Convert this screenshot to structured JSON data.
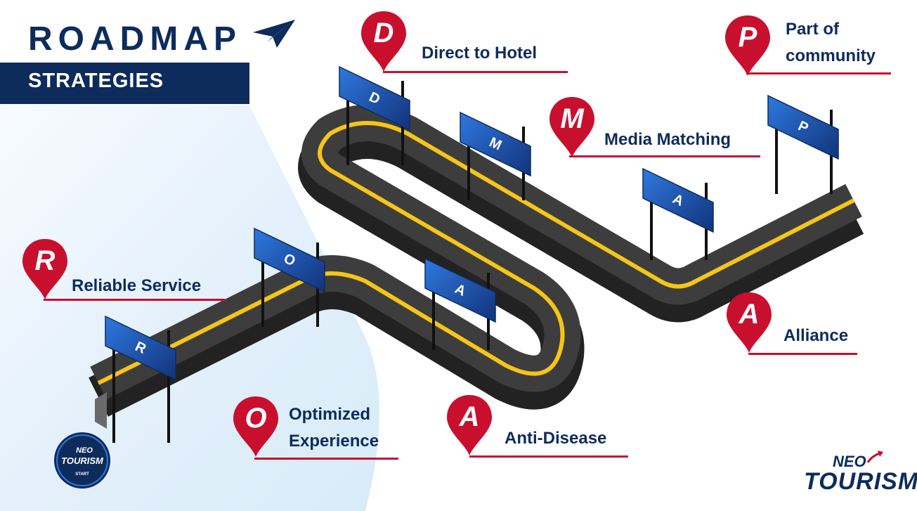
{
  "header": {
    "title": "ROADMAP",
    "subtitle": "STRATEGIES"
  },
  "milestones": [
    {
      "letter": "R",
      "label": "Reliable Service"
    },
    {
      "letter": "O",
      "label": "Optimized Experience",
      "line1": "Optimized",
      "line2": "Experience"
    },
    {
      "letter": "A",
      "label": "Anti-Disease"
    },
    {
      "letter": "D",
      "label": "Direct to Hotel"
    },
    {
      "letter": "M",
      "label": "Media Matching"
    },
    {
      "letter": "A",
      "label": "Alliance"
    },
    {
      "letter": "P",
      "label": "Part of community",
      "line1": "Part of",
      "line2": "community"
    }
  ],
  "signs": [
    "R",
    "O",
    "A",
    "D",
    "M",
    "A",
    "P"
  ],
  "logo_small": {
    "brand_top": "NEO",
    "brand_bottom": "TOURISM",
    "tag": "START"
  },
  "logo_big": {
    "brand_top": "NEO",
    "brand_bottom": "TOURISM"
  },
  "colors": {
    "navy": "#0d2c5c",
    "red": "#c8102e",
    "road": "#3d3d3d",
    "stripe": "#f5c518",
    "sign": "#1c56b8"
  }
}
